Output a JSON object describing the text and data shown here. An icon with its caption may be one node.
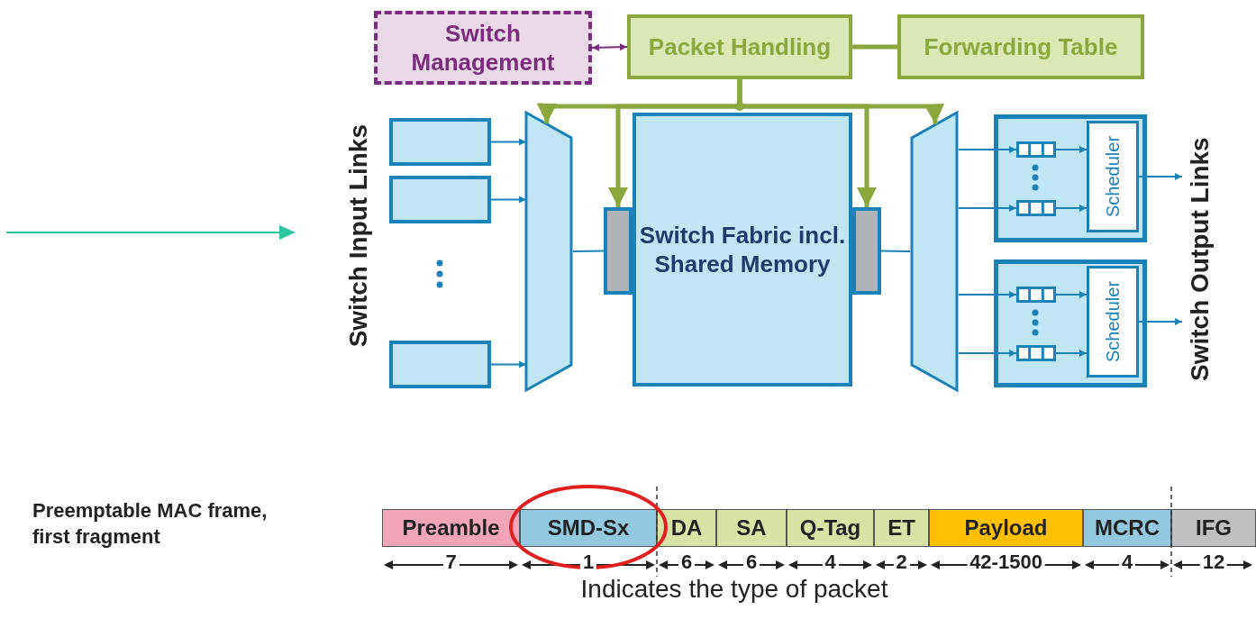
{
  "diagram": {
    "nodes": [
      {
        "text": [
          "Switch Management"
        ]
      },
      {
        "text": [
          "Packet Handling"
        ]
      },
      {
        "text": [
          "Forwarding Table"
        ]
      },
      {
        "text": [],
        "shape": "box"
      },
      {
        "text": [],
        "shape": "box"
      },
      {
        "text": [],
        "shape": "box"
      },
      {
        "text": [],
        "shape": "trapezoid"
      },
      {
        "text": [],
        "shape": "box"
      },
      {
        "text": [
          "Switch Fabric incl. Shared Memory"
        ]
      },
      {
        "text": [],
        "shape": "box"
      },
      {
        "text": [],
        "shape": "trapezoid"
      },
      {
        "text": [],
        "shape": "box"
      },
      {
        "text": [],
        "shape": "queue",
        "in": 11
      },
      {
        "text": [],
        "shape": "queue",
        "in": 11
      },
      {
        "text": [
          "Scheduler"
        ],
        "in": 11
      },
      {
        "text": [],
        "shape": "box"
      },
      {
        "text": [],
        "shape": "queue",
        "in": 15
      },
      {
        "text": [],
        "shape": "queue",
        "in": 15
      },
      {
        "text": [
          "Scheduler"
        ],
        "in": 15
      },
      {
        "text": [
          "Preamble"
        ]
      },
      {
        "text": [
          "SMD-Sx"
        ]
      },
      {
        "text": [
          "DA"
        ]
      },
      {
        "text": [
          "SA"
        ]
      },
      {
        "text": [
          "Q-Tag"
        ]
      },
      {
        "text": [
          "ET"
        ]
      },
      {
        "text": [
          "Payload"
        ]
      },
      {
        "text": [
          "MCRC"
        ]
      },
      {
        "text": [
          "IFG"
        ]
      },
      {
        "text": [
          "Switch Output Links"
        ]
      }
    ],
    "edges": [
      {
        "from": 0,
        "to": 1,
        "arrow": "both",
        "color": "#7b2c7e"
      },
      {
        "from": 1,
        "to": 2,
        "arrow": "none",
        "style": "thick",
        "color": "#8aa83c"
      },
      {
        "from": 1,
        "to": 6,
        "arrow": "to",
        "style": "thick",
        "color": "#8aa83c"
      },
      {
        "from": 1,
        "to": 7,
        "arrow": "to",
        "style": "thick",
        "color": "#8aa83c"
      },
      {
        "from": 1,
        "to": 9,
        "arrow": "to",
        "style": "thick",
        "color": "#8aa83c"
      },
      {
        "from": 1,
        "to": 10,
        "arrow": "to",
        "style": "thick",
        "color": "#8aa83c"
      },
      {
        "from": 3,
        "to": 6,
        "arrow": "to"
      },
      {
        "from": 4,
        "to": 6,
        "arrow": "to"
      },
      {
        "from": 5,
        "to": 6,
        "arrow": "to"
      },
      {
        "from": 6,
        "to": 7,
        "arrow": "none"
      },
      {
        "from": 9,
        "to": 10,
        "arrow": "none"
      },
      {
        "from": 10,
        "to": 12,
        "arrow": "to"
      },
      {
        "from": 10,
        "to": 13,
        "arrow": "to"
      },
      {
        "from": 10,
        "to": 16,
        "arrow": "to"
      },
      {
        "from": 10,
        "to": 17,
        "arrow": "to"
      },
      {
        "from": 12,
        "to": 14,
        "arrow": "to"
      },
      {
        "from": 13,
        "to": 14,
        "arrow": "to"
      },
      {
        "from": 16,
        "to": 18,
        "arrow": "to"
      },
      {
        "from": 17,
        "to": 18,
        "arrow": "to"
      },
      {
        "from": 14,
        "to": 28,
        "arrow": "to"
      },
      {
        "from": 18,
        "to": 28,
        "arrow": "to"
      }
    ],
    "labels": [
      "Switch Input Links",
      "Preemptable MAC frame, first fragment",
      "7",
      "1",
      "6",
      "6",
      "4",
      "2",
      "42-1500",
      "4",
      "12",
      "Indicates the type of packet"
    ]
  }
}
